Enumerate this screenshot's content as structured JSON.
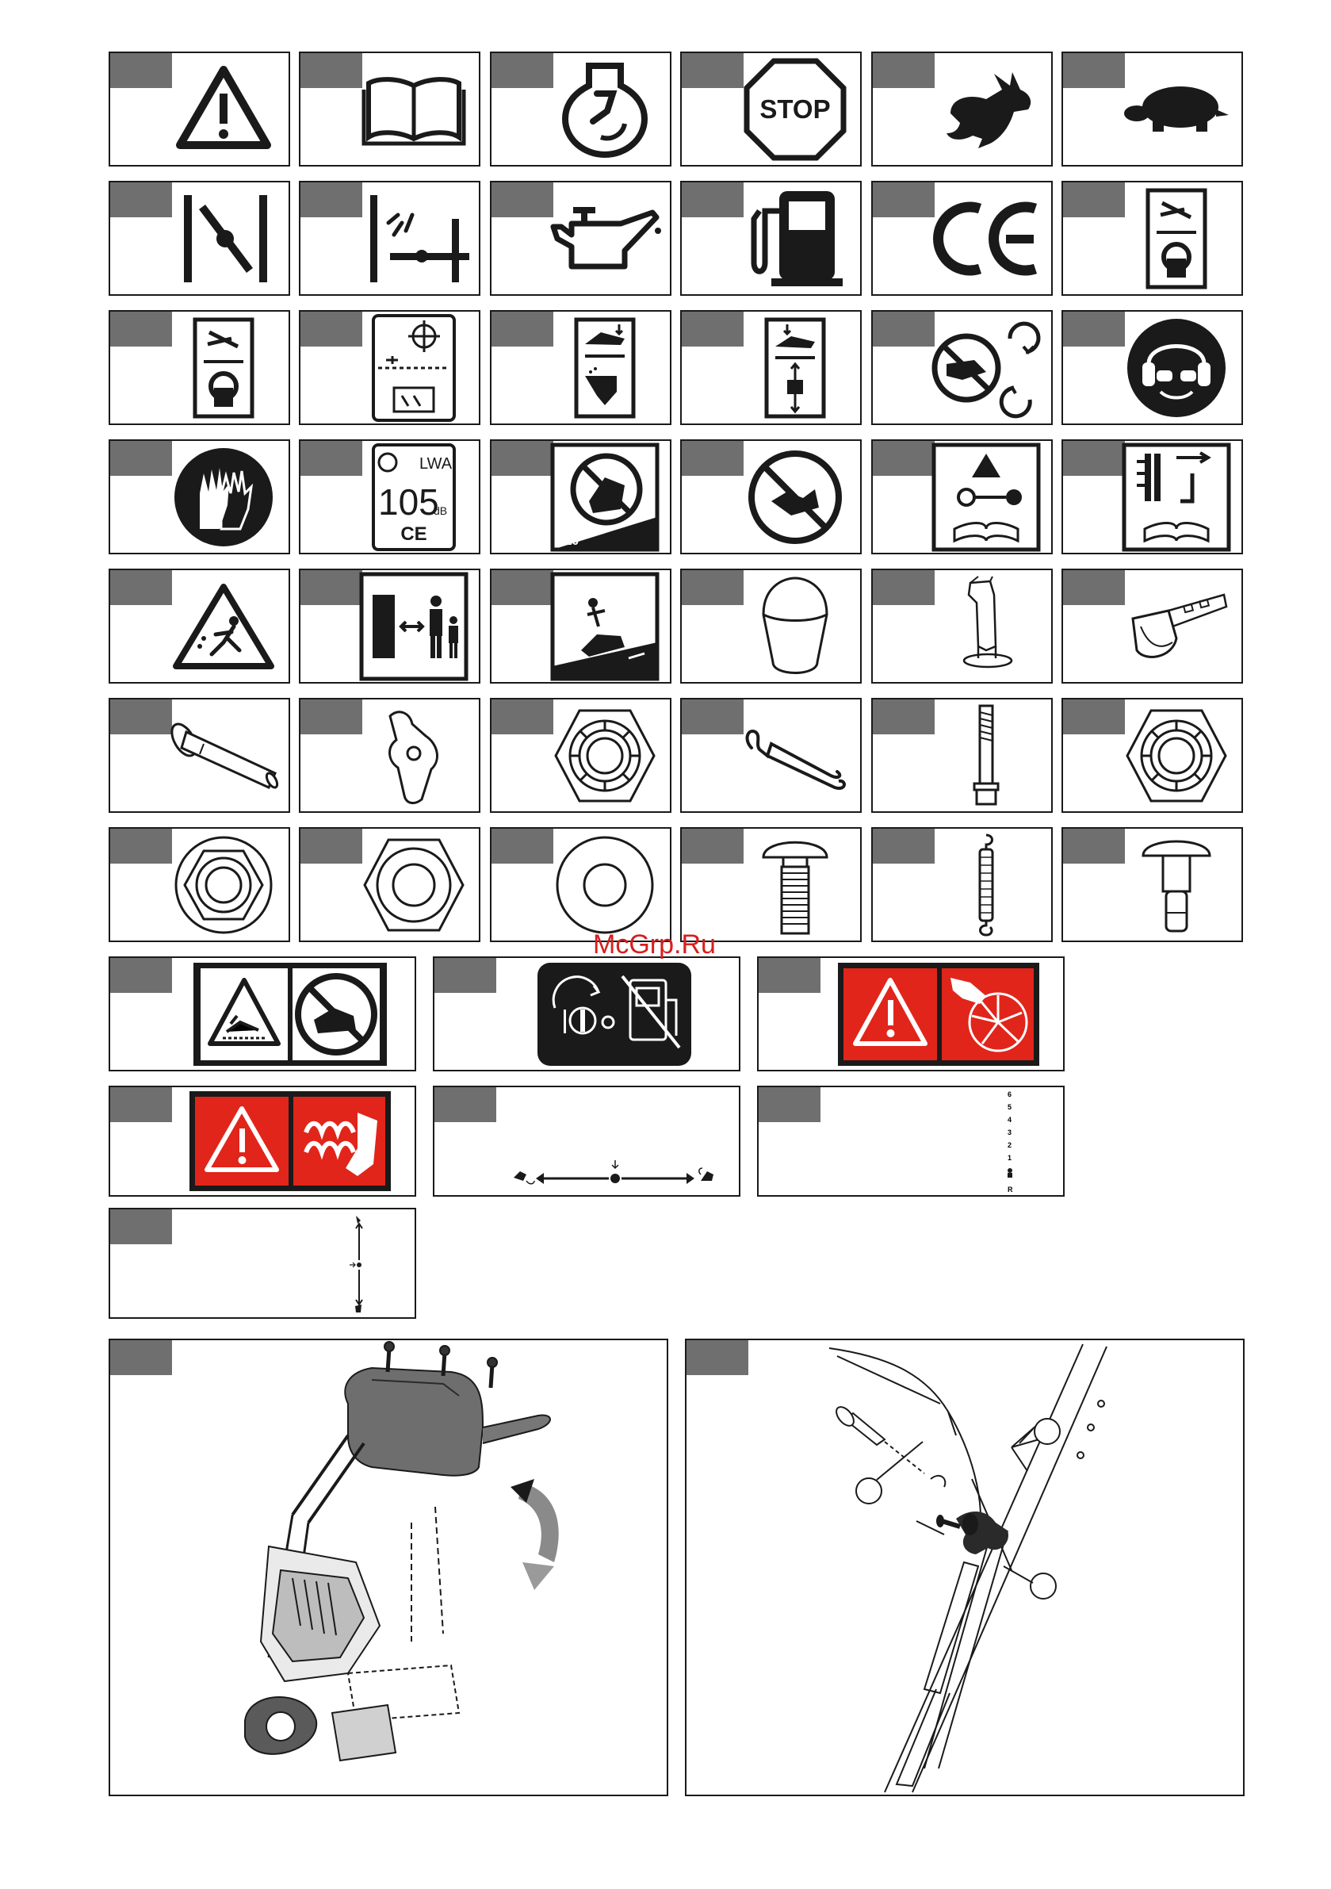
{
  "watermark": "McGrp.Ru",
  "labels": {
    "stop": "STOP",
    "ce": "CE",
    "lwa": "LWA",
    "db_value": "105",
    "db_unit": "dB",
    "slope": ">10°",
    "speed_digits": [
      "6",
      "5",
      "4",
      "3",
      "2",
      "1",
      "R"
    ]
  },
  "colors": {
    "tag_gray": "#6f6f6f",
    "warning_red": "#e1251b",
    "ink": "#1a1a1a"
  },
  "icons": {
    "row1": [
      "warning-triangle-icon",
      "manual-book-icon",
      "engine-start-icon",
      "stop-sign-icon",
      "rabbit-fast-icon",
      "turtle-slow-icon"
    ],
    "row2": [
      "choke-open-icon",
      "choke-closed-icon",
      "oil-can-icon",
      "fuel-pump-icon",
      "ce-mark-icon",
      "chute-control-icon"
    ],
    "row3": [
      "chute-control-icon",
      "control-panel-icon",
      "chute-deflector-icon",
      "chute-tilt-icon",
      "no-hands-auger-icon",
      "eye-ear-protection-icon"
    ],
    "row4": [
      "gloves-icon",
      "sound-level-icon",
      "slope-warning-icon",
      "no-hands-chute-icon",
      "key-manual-icon",
      "spark-plug-manual-icon"
    ],
    "row5": [
      "thrown-objects-icon",
      "keep-distance-icon",
      "operator-slope-icon",
      "knob-cap-icon",
      "chute-part-icon",
      "hand-knob-part-icon"
    ],
    "row6": [
      "pin-bolt-icon",
      "wing-knob-icon",
      "lock-nut-icon",
      "wire-clip-icon",
      "bolt-icon",
      "lock-nut-icon"
    ],
    "row7": [
      "flange-nut-icon",
      "hex-nut-icon",
      "washer-icon",
      "carriage-bolt-icon",
      "spring-icon",
      "shoulder-bolt-icon"
    ]
  }
}
